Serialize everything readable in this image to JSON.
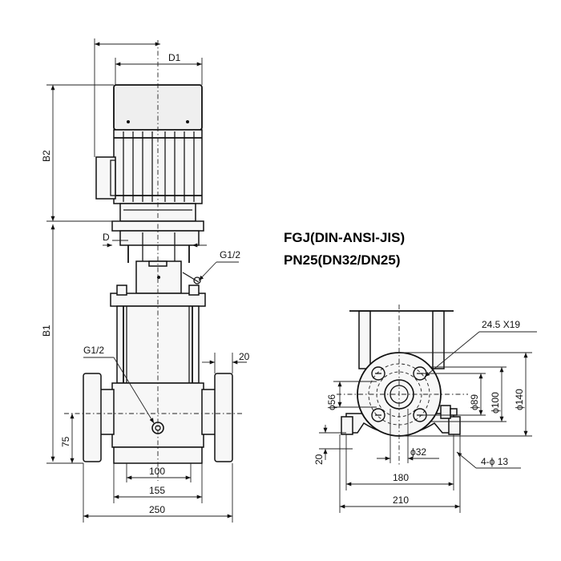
{
  "title_line1": "FGJ(DIN-ANSI-JIS)",
  "title_line2": "PN25(DN32/DN25)",
  "side_view": {
    "D1": "D1",
    "B2": "B2",
    "B1": "B1",
    "D": "D",
    "G_upper": "G1/2",
    "G_lower": "G1/2",
    "dim_20": "20",
    "dim_75": "75",
    "dim_100": "100",
    "dim_155": "155",
    "dim_250": "250"
  },
  "top_view": {
    "bolt_spec": "24.5 X19",
    "dia_56": "ϕ56",
    "dia_89": "ϕ89",
    "dia_100": "ϕ100",
    "dia_140": "ϕ140",
    "dia_32": "ϕ32",
    "holes": "4-ϕ 13",
    "dim_20": "20",
    "dim_180": "180",
    "dim_210": "210"
  }
}
